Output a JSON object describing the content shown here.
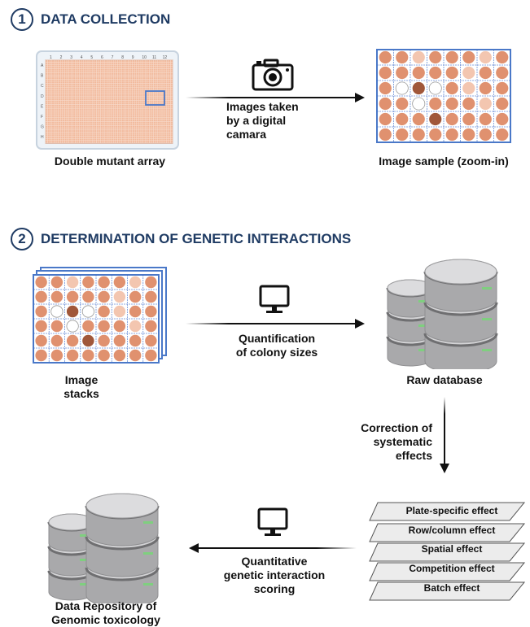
{
  "section1": {
    "number": "1",
    "title": "DATA COLLECTION"
  },
  "section2": {
    "number": "2",
    "title": "DETERMINATION OF GENETIC INTERACTIONS"
  },
  "plate": {
    "label": "Double mutant array",
    "columns": [
      "1",
      "2",
      "3",
      "4",
      "5",
      "6",
      "7",
      "8",
      "9",
      "10",
      "11",
      "12"
    ],
    "rows": [
      "A",
      "B",
      "C",
      "D",
      "E",
      "F",
      "G",
      "H"
    ]
  },
  "zoom": {
    "label": "Image sample (zoom-in)"
  },
  "step1": {
    "label_line1": "Images taken",
    "label_line2": "by a digital",
    "label_line3": "camara",
    "icon": "camera-icon"
  },
  "stacks": {
    "label_line1": "Image",
    "label_line2": "stacks"
  },
  "step2": {
    "label_line1": "Quantification",
    "label_line2": "of colony sizes",
    "icon": "monitor-icon"
  },
  "raw_db": {
    "label": "Raw database"
  },
  "correction": {
    "label_line1": "Correction of",
    "label_line2": "systematic",
    "label_line3": "effects"
  },
  "layers": [
    "Plate-specific effect",
    "Row/column effect",
    "Spatial effect",
    "Competition effect",
    "Batch effect"
  ],
  "step3": {
    "label_line1": "Quantitative",
    "label_line2": "genetic interaction",
    "label_line3": "scoring",
    "icon": "monitor-icon"
  },
  "repo": {
    "label_line1": "Data Repository of",
    "label_line2": "Genomic toxicology"
  },
  "colors": {
    "title": "#1f3b63",
    "colony": "#e0916f",
    "colony_light": "#f3c6b0",
    "colony_dark": "#a0573a",
    "grid_border": "#4a78c8",
    "db": "#b9b9bb"
  }
}
